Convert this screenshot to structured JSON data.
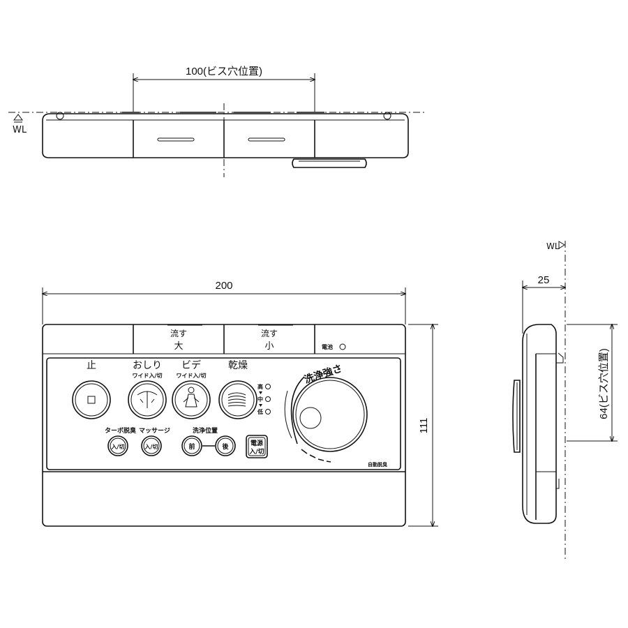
{
  "dimensions": {
    "screw_hole_spacing": "100(ビス穴位置)",
    "width": "200",
    "height": "111",
    "depth": "25",
    "screw_hole_vertical": "64(ビス穴位置)"
  },
  "markers": {
    "wl_top": "WL",
    "wl_side": "WL"
  },
  "top_buttons": {
    "flush_large_top": "流す",
    "flush_large_bottom": "大",
    "flush_small_top": "流す",
    "flush_small_bottom": "小",
    "battery_label": "電池"
  },
  "panel": {
    "stop_label": "止",
    "oshiri_label": "おしり",
    "oshiri_sub": "ワイド入/切",
    "bidet_label": "ビデ",
    "bidet_sub": "ワイド入/切",
    "dry_label": "乾燥",
    "dry_levels": [
      "高",
      "中",
      "低"
    ],
    "strength_label": "洗浄強さ",
    "turbo_label": "ターボ脱臭",
    "massage_label": "マッサージ",
    "position_label": "洗浄位置",
    "on_off": "入/切",
    "front": "前",
    "back": "後",
    "power_top": "電源",
    "power_bottom": "入/切",
    "auto_deodorize": "自動脱臭"
  }
}
